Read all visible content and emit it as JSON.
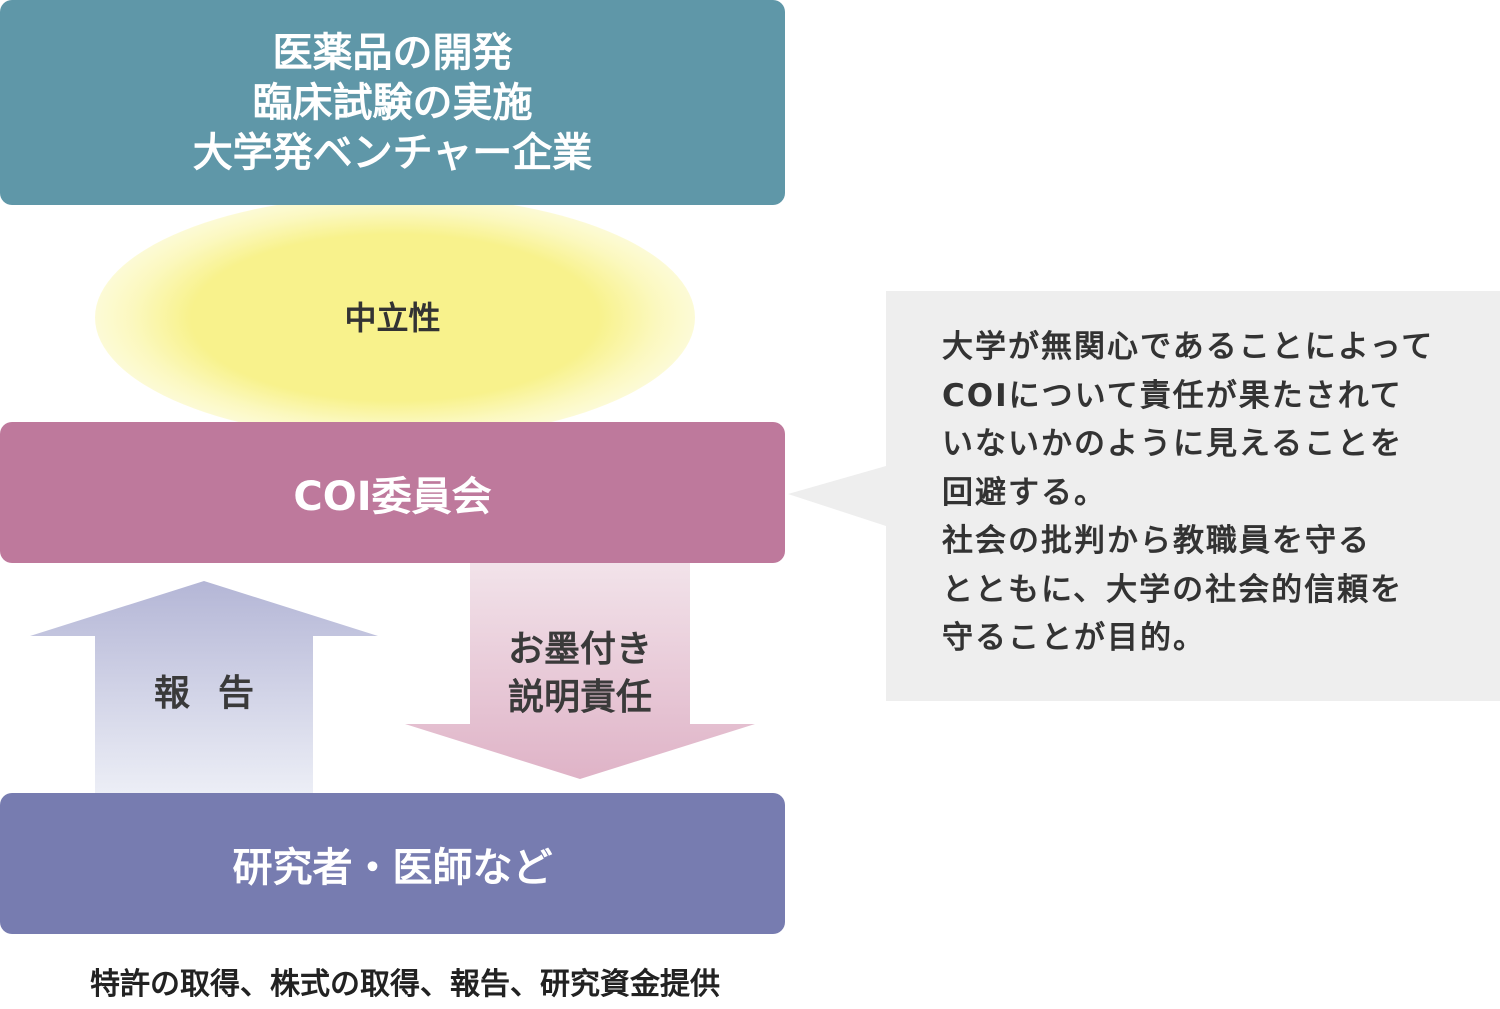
{
  "top_box": {
    "lines": [
      "医薬品の開発",
      "臨床試験の実施",
      "大学発ベンチャー企業"
    ]
  },
  "neutrality": "中立性",
  "coi_committee": "COI委員会",
  "report_arrow": "報告",
  "accountability_arrow": {
    "lines": [
      "お墨付き",
      "説明責任"
    ]
  },
  "researchers": "研究者・医師など",
  "callout": {
    "lines": [
      "大学が無関心であることによって",
      "COIについて責任が果たされて",
      "いないかのように見えることを",
      "回避する。",
      "社会の批判から教職員を守る",
      "とともに、大学の社会的信頼を",
      "守ることが目的。"
    ]
  },
  "bottom_caption": "特許の取得、株式の取得、報告、研究資金提供",
  "colors": {
    "top_box": "#5f97a8",
    "coi_box": "#be799c",
    "researcher_box": "#777cb0",
    "glow": "#f8f28c",
    "report_arrow": "#b7b9d8",
    "accountability_arrow": "#e2b8cc",
    "callout_bg": "#eeeeee"
  }
}
